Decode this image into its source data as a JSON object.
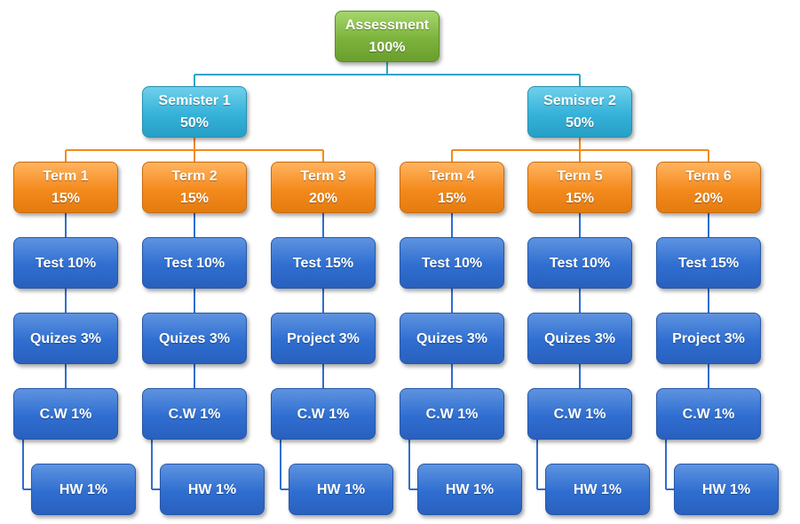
{
  "colors": {
    "root": "#7cb33c",
    "semester": "#35b2d9",
    "term": "#f48a1c",
    "component": "#2f6ed0",
    "line_top": "#2ea5c8",
    "line_mid": "#f48a1c",
    "line_low": "#2f6ed0"
  },
  "root": {
    "title": "Assessment",
    "value": "100%"
  },
  "semesters": [
    {
      "title": "Semister 1",
      "value": "50%"
    },
    {
      "title": "Semisrer 2",
      "value": "50%"
    }
  ],
  "terms": [
    {
      "title": "Term 1",
      "value": "15%",
      "test": "Test 10%",
      "second": "Quizes 3%",
      "cw": "C.W 1%",
      "hw": "HW 1%"
    },
    {
      "title": "Term 2",
      "value": "15%",
      "test": "Test 10%",
      "second": "Quizes 3%",
      "cw": "C.W 1%",
      "hw": "HW 1%"
    },
    {
      "title": "Term 3",
      "value": "20%",
      "test": "Test 15%",
      "second": "Project 3%",
      "cw": "C.W 1%",
      "hw": "HW 1%"
    },
    {
      "title": "Term 4",
      "value": "15%",
      "test": "Test 10%",
      "second": "Quizes 3%",
      "cw": "C.W 1%",
      "hw": "HW 1%"
    },
    {
      "title": "Term 5",
      "value": "15%",
      "test": "Test 10%",
      "second": "Quizes 3%",
      "cw": "C.W 1%",
      "hw": "HW 1%"
    },
    {
      "title": "Term 6",
      "value": "20%",
      "test": "Test 15%",
      "second": "Project 3%",
      "cw": "C.W 1%",
      "hw": "HW 1%"
    }
  ]
}
